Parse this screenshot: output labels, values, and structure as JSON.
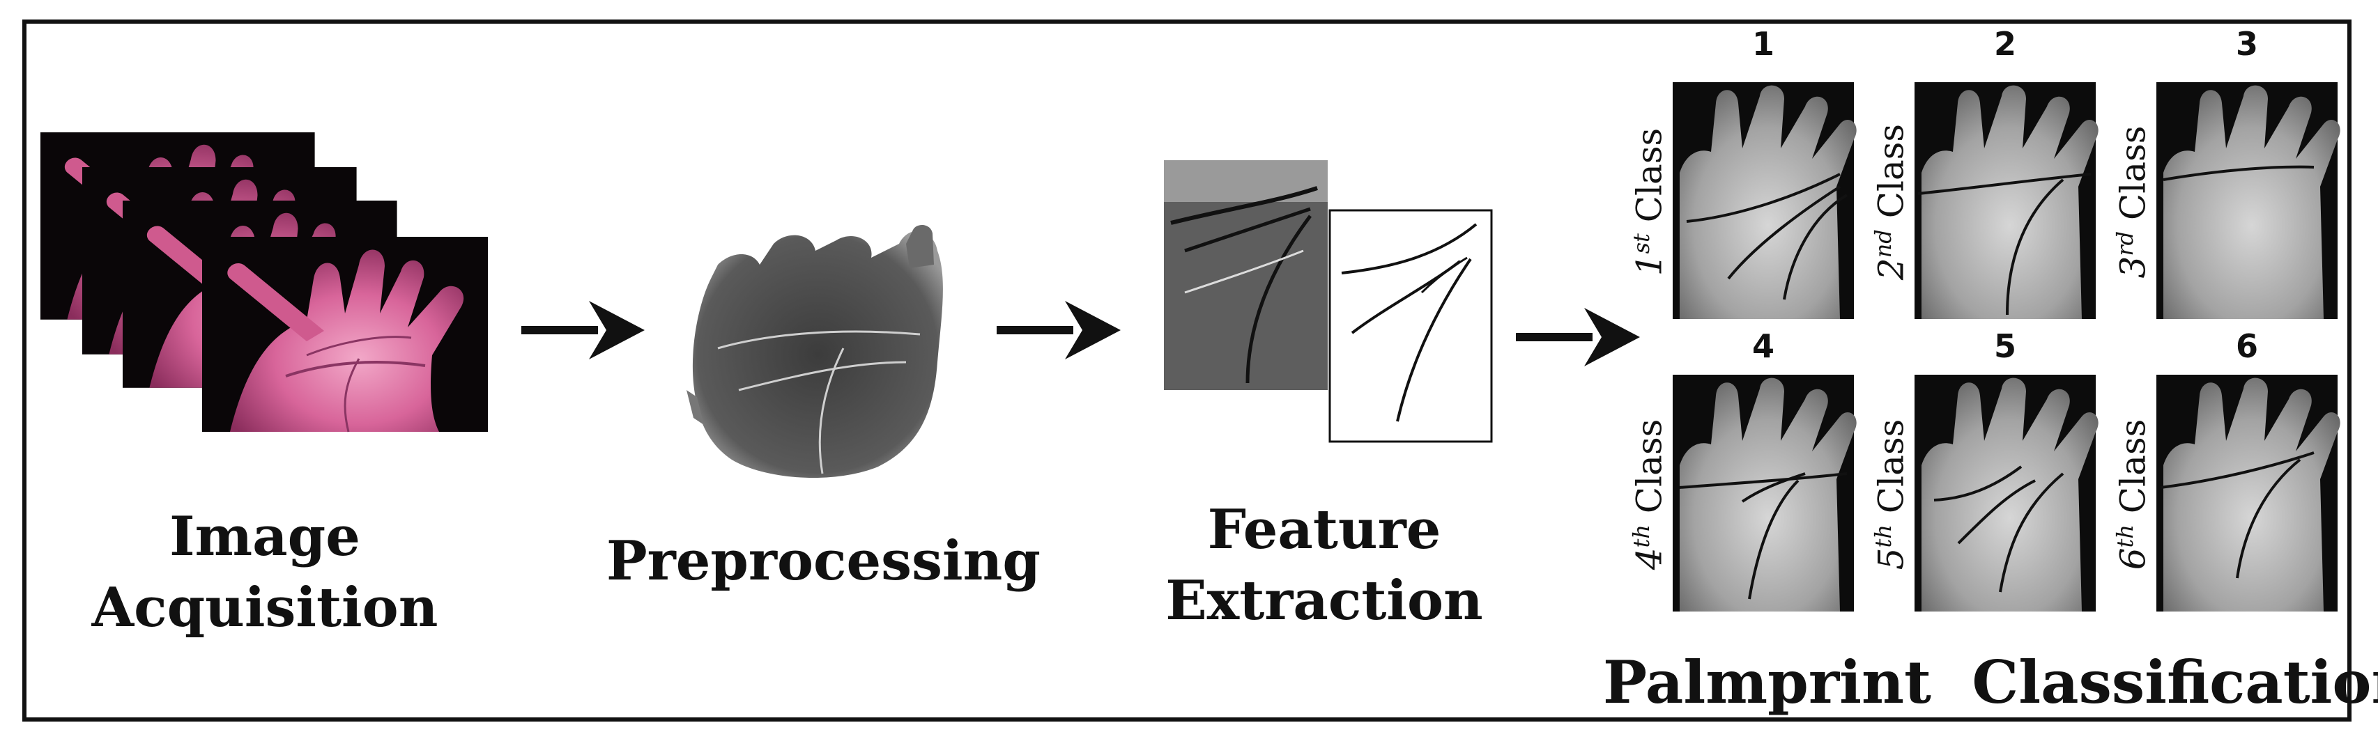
{
  "stages": [
    {
      "id": "acquisition",
      "lines": [
        "Image",
        "Acquisition"
      ]
    },
    {
      "id": "preprocessing",
      "lines": [
        "Preprocessing"
      ]
    },
    {
      "id": "feature",
      "lines": [
        "Feature",
        "Extraction"
      ]
    }
  ],
  "classification": {
    "title": "Palmprint  Classification",
    "panels": [
      {
        "number": "1",
        "ordinal": "1",
        "suffix": "st",
        "word": "Class"
      },
      {
        "number": "2",
        "ordinal": "2",
        "suffix": "nd",
        "word": "Class"
      },
      {
        "number": "3",
        "ordinal": "3",
        "suffix": "rd",
        "word": "Class"
      },
      {
        "number": "4",
        "ordinal": "4",
        "suffix": "th",
        "word": "Class"
      },
      {
        "number": "5",
        "ordinal": "5",
        "suffix": "th",
        "word": "Class"
      },
      {
        "number": "6",
        "ordinal": "6",
        "suffix": "th",
        "word": "Class"
      }
    ]
  },
  "colors": {
    "frame": "#111111",
    "palm_photo": "#e0609a",
    "palm_gray": "#9a9a9a",
    "text": "#111111"
  }
}
